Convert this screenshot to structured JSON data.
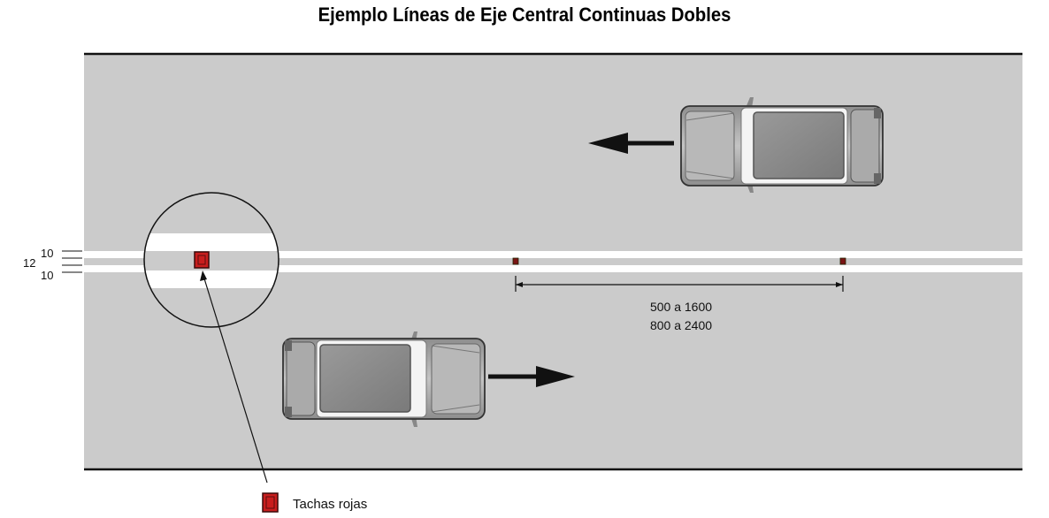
{
  "title": "Ejemplo Líneas de Eje Central Continuas Dobles",
  "dimensions": {
    "top_line_width": "10",
    "gap_width": "12",
    "bottom_line_width": "10"
  },
  "spacing": {
    "line1": "500 a 1600",
    "line2": "800 a 2400"
  },
  "legend": {
    "label": "Tachas rojas"
  },
  "colors": {
    "road": "#cbcbcb",
    "edge_line": "#111111",
    "center_line": "#ffffff",
    "stud": "#c81e1e",
    "stud_border": "#3a0a0a",
    "car_body": "#a8a8a8",
    "car_glass": "#8c8c8c"
  },
  "icons": {
    "left_arrow": "arrow-left-icon",
    "right_arrow": "arrow-right-icon",
    "car": "car-icon",
    "stud": "red-stud-icon"
  }
}
